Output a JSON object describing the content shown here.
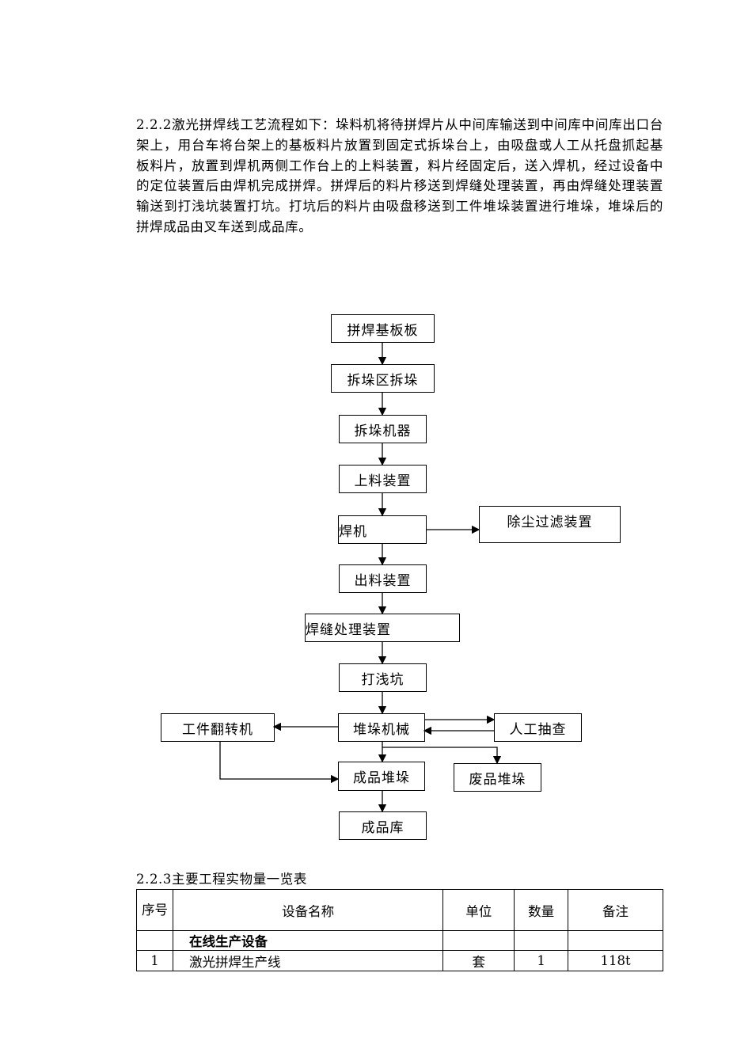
{
  "paragraph": "2.2.2激光拼焊线工艺流程如下：垛料机将待拼焊片从中间库输送到中间库中间库出口台架上，用台车将台架上的基板料片放置到固定式拆垛台上，由吸盘或人工从托盘抓起基板料片，放置到焊机两侧工作台上的上料装置，料片经固定后，送入焊机，经过设备中的定位装置后由焊机完成拼焊。拼焊后的料片移送到焊缝处理装置，再由焊缝处理装置输送到打浅坑装置打坑。打坑后的料片由吸盘移送到工件堆垛装置进行堆垛，堆垛后的拼焊成品由叉车送到成品库。",
  "flow": {
    "b1": "拼焊基板板",
    "b2": "拆垛区拆垛",
    "b3": "拆垛机器",
    "b4": "上料装置",
    "b5": "焊机",
    "b6": "除尘过滤装置",
    "b7": "出料装置",
    "b8": "焊缝处理装置",
    "b9": "打浅坑",
    "b10": "工件翻转机",
    "b11": "堆垛机械",
    "b12": "人工抽查",
    "b13": "成品堆垛",
    "b14": "废品堆垛",
    "b15": "成品库"
  },
  "table": {
    "heading": "2.2.3主要工程实物量一览表",
    "headers": [
      "序号",
      "设备名称",
      "单位",
      "数量",
      "备注"
    ],
    "section": "在线生产设备",
    "rows": [
      [
        "1",
        "激光拼焊生产线",
        "套",
        "1",
        "118t"
      ]
    ]
  }
}
